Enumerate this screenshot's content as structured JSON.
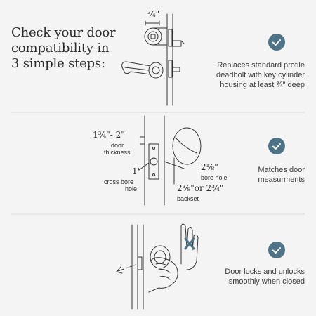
{
  "title": {
    "line1": "Check your door",
    "line2": "compatibility in",
    "line3": "3 simple steps:"
  },
  "steps": [
    {
      "icon": "check-icon",
      "line1": "Replaces standard profile",
      "line2": "deadbolt with key cylinder",
      "line3": "housing at least ¾\" deep"
    },
    {
      "icon": "check-icon",
      "line1": "Matches door",
      "line2": "measurments"
    },
    {
      "icon": "check-icon",
      "line1": "Door locks and unlocks",
      "line2": "smoothly when closed"
    }
  ],
  "labels": {
    "depth": "¾\"",
    "thickness_value": "1¾\"- 2\"",
    "thickness_line1": "door",
    "thickness_line2": "thickness",
    "crossbore_value": "1\"",
    "crossbore_line1": "cross bore",
    "crossbore_line2": "hole",
    "borehole_value": "2⅛\"",
    "borehole_text": "bore hole",
    "backset_value": "2⅜\"or 2¾\"",
    "backset_text": "backset"
  },
  "colors": {
    "accent": "#4e7387",
    "line": "#333333",
    "error": "#4e7387"
  }
}
